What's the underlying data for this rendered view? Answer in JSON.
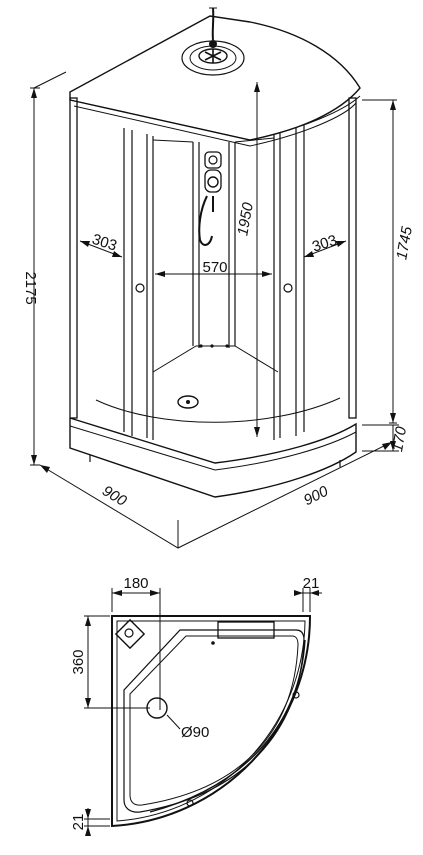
{
  "iso_view": {
    "height_total": "2175",
    "height_cabin": "1745",
    "height_inner": "1950",
    "height_tray": "170",
    "door_left": "303",
    "door_right": "303",
    "inner_width": "570",
    "depth_left": "900",
    "depth_right": "900"
  },
  "plan_view": {
    "offset_x": "180",
    "wall_right": "21",
    "offset_y": "360",
    "wall_bottom": "21",
    "drain_diameter": "Ø90"
  },
  "colors": {
    "line": "#111111",
    "background": "#ffffff"
  }
}
